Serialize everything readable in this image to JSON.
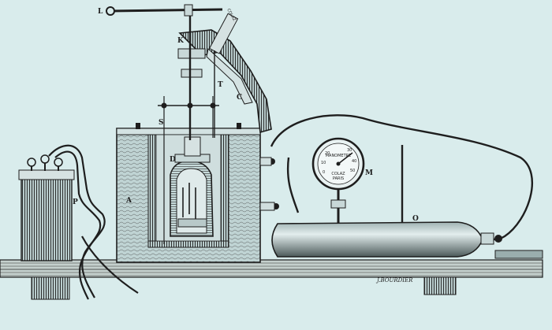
{
  "labels": {
    "L": "L",
    "K": "K",
    "C": "C",
    "T": "T",
    "S": "S",
    "D": "D",
    "A": "A",
    "P": "P",
    "M": "M",
    "O": "O"
  },
  "maker_mark": "COLAZ",
  "gauge": {
    "top_text": "MANOMETRE",
    "brand": "COLAZ",
    "sub": "PARIS",
    "scale": [
      "0",
      "10",
      "20",
      "30",
      "40",
      "50"
    ]
  },
  "signature": "J.BOURDIER",
  "colors": {
    "background": "#d9ecec",
    "ink": "#1e1e1e",
    "water": "#b7cdcd",
    "wood": "#bfc9c6"
  }
}
